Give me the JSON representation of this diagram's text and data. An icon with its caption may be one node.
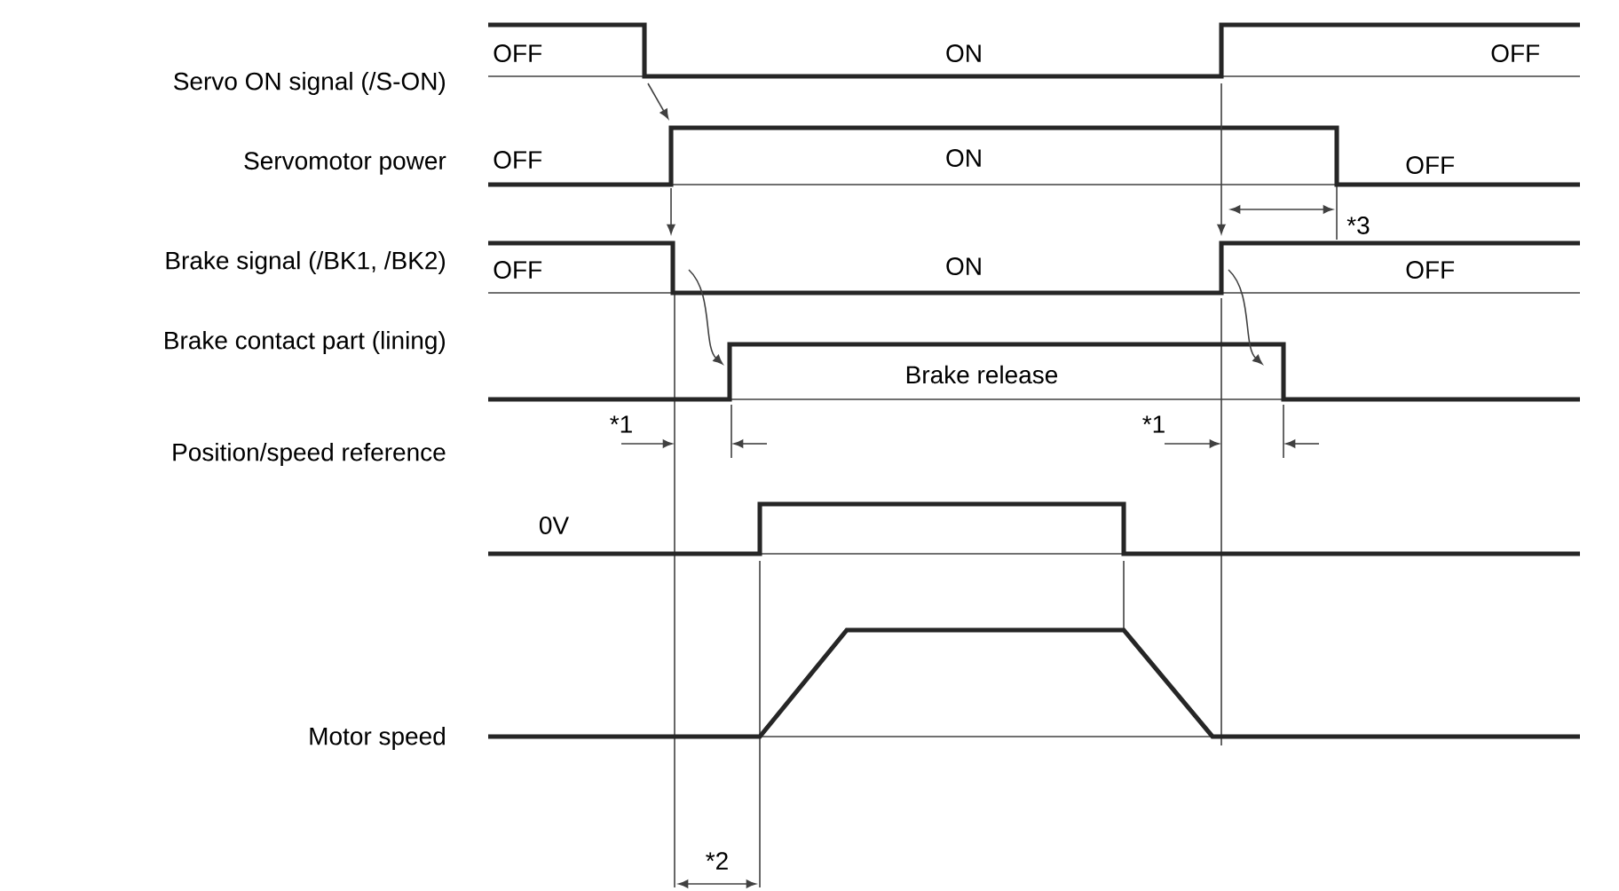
{
  "diagram": {
    "labels": [
      "Servo ON signal (/S-ON)",
      "OFF",
      "ON",
      "OFF",
      "Servomotor power",
      "OFF",
      "ON",
      "OFF",
      "*3",
      "Brake signal (/BK1, /BK2)",
      "OFF",
      "ON",
      "OFF",
      "Brake contact part (lining)",
      "Brake release",
      "*1",
      "*1",
      "Position/speed reference",
      "0V",
      "Motor speed",
      "*2"
    ]
  }
}
